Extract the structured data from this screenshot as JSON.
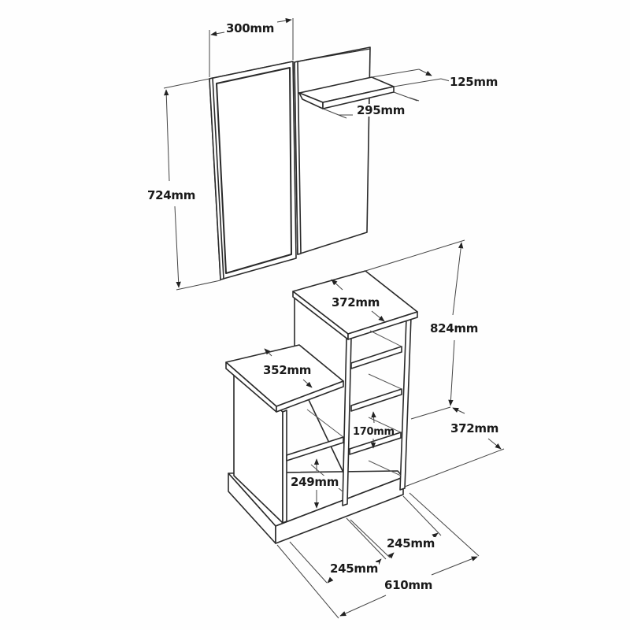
{
  "diagram": {
    "type": "furniture-dimension-drawing",
    "subject": "hallway set: mirror panel, coat panel with shelf, stepped shoe cabinet",
    "line_color": "#2a2a2a",
    "background": "#fefefe"
  },
  "parts": {
    "mirror_panel": {
      "name": "Mirror panel"
    },
    "back_panel": {
      "name": "Back panel with shelf"
    },
    "wall_shelf": {
      "name": "Wall shelf"
    },
    "cabinet": {
      "name": "Stepped shoe cabinet"
    }
  },
  "dimensions": {
    "panel_width": "300mm",
    "panel_height": "724mm",
    "shelf_depth": "125mm",
    "shelf_width": "295mm",
    "tall_top_depth": "372mm",
    "cabinet_height": "824mm",
    "low_top_depth": "352mm",
    "cabinet_depth": "372mm",
    "shelf_spacing": "170mm",
    "low_compartment_height": "249mm",
    "right_section_width": "245mm",
    "left_section_width": "245mm",
    "total_width": "610mm"
  }
}
